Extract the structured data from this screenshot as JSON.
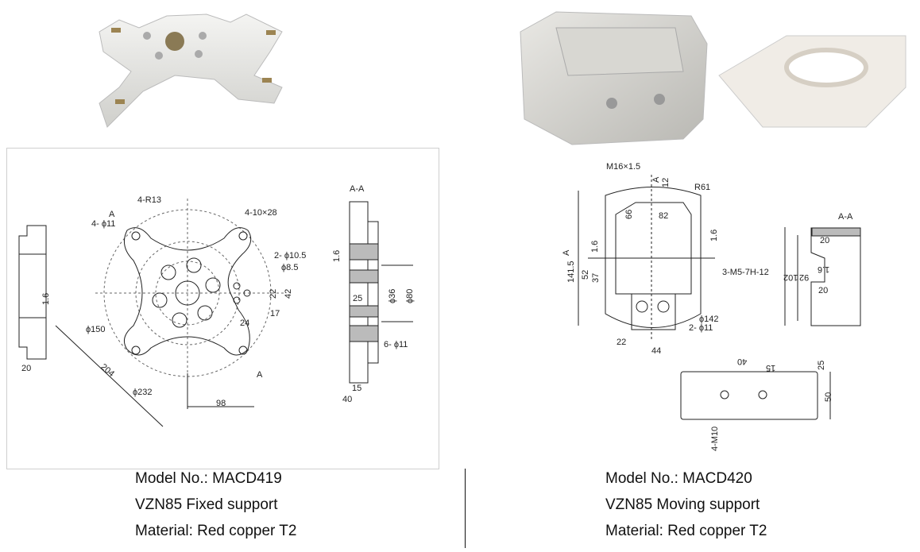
{
  "left_product": {
    "photo": "fixed-support-photo",
    "drawing": {
      "labels": [
        "A-A",
        "4-R13",
        "A",
        "4- ϕ11",
        "4-10×28",
        "2- ϕ10.5",
        "ϕ8.5",
        "22",
        "42",
        "17",
        "24",
        "ϕ150",
        "204",
        "ϕ232",
        "98",
        "A",
        "20",
        "1.6",
        "1.6",
        "25",
        "ϕ36",
        "ϕ80",
        "6- ϕ11",
        "15",
        "40"
      ]
    },
    "caption": {
      "model": "Model No.: MACD419",
      "name": "VZN85 Fixed support",
      "material": "Material: Red copper T2"
    }
  },
  "right_product": {
    "photo": "moving-support-photo",
    "drawing": {
      "labels": [
        "M16×1.5",
        "A",
        "12",
        "R61",
        "66",
        "82",
        "1.6",
        "1.6",
        "A",
        "141.5",
        "52",
        "37",
        "3-M5-7H-12",
        "ϕ142",
        "2- ϕ11",
        "22",
        "44",
        "A-A",
        "20",
        "102",
        "92",
        "1.6",
        "20",
        "40",
        "15",
        "25",
        "50",
        "4-M10"
      ]
    },
    "caption": {
      "model": "Model No.: MACD420",
      "name": "VZN85 Moving support",
      "material": "Material: Red copper T2"
    }
  }
}
